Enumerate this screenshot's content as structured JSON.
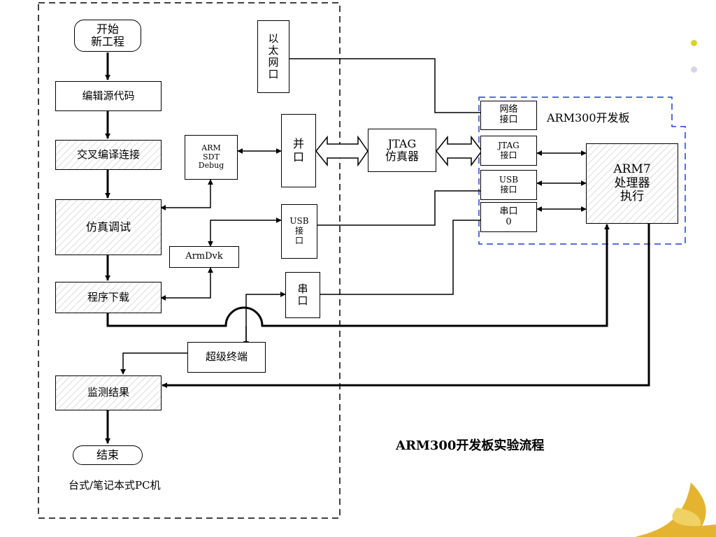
{
  "pc_region": {
    "label": "台式/笔记本式PC机",
    "steps": {
      "start": "开始\n新工程",
      "edit": "编辑源代码",
      "compile": "交叉编译连接",
      "debug": "仿真调试",
      "download": "程序下载",
      "monitor": "监测结果",
      "end": "结束"
    },
    "tools": {
      "sdt": "ARM\nSDT\nDebug",
      "armdvk": "ArmDvk",
      "terminal": "超级终端"
    },
    "ports": {
      "ethernet": "以\n太\n网\n口",
      "parallel": "并\n口",
      "usb": "USB\n接\n口",
      "serial": "串\n口"
    }
  },
  "jtag_emulator": "JTAG\n仿真器",
  "board": {
    "title": "ARM300开发板",
    "ports": {
      "network": "网络\n接口",
      "jtag": "JTAG\n接口",
      "usb": "USB\n接口",
      "serial": "串口\n0"
    },
    "cpu": "ARM7\n处理器\n执行"
  },
  "caption": "ARM300开发板实验流程",
  "colors": {
    "line": "#000000",
    "board_border": "#1f3fd0",
    "bullet_yellow": "#d7d32a",
    "bullet_lavender": "#d4d6ee"
  }
}
